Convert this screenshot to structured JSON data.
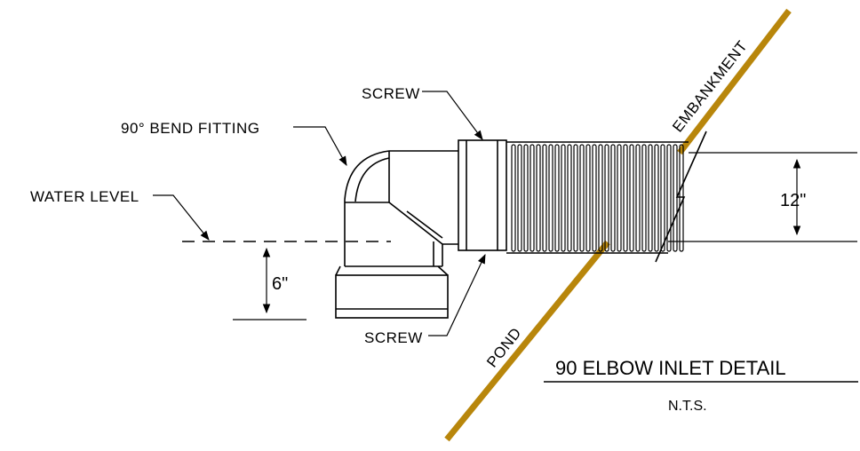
{
  "labels": {
    "bend_fitting": "90° BEND FITTING",
    "screw_top": "SCREW",
    "screw_bottom": "SCREW",
    "water_level": "WATER LEVEL",
    "embankment": "EMBANKMENT",
    "pond": "POND",
    "dim_12": "12\"",
    "dim_6": "6\""
  },
  "title": {
    "main": "90 ELBOW INLET DETAIL",
    "sub": "N.T.S."
  },
  "colors": {
    "earth_line": "#b8860b",
    "linework": "#000000"
  }
}
